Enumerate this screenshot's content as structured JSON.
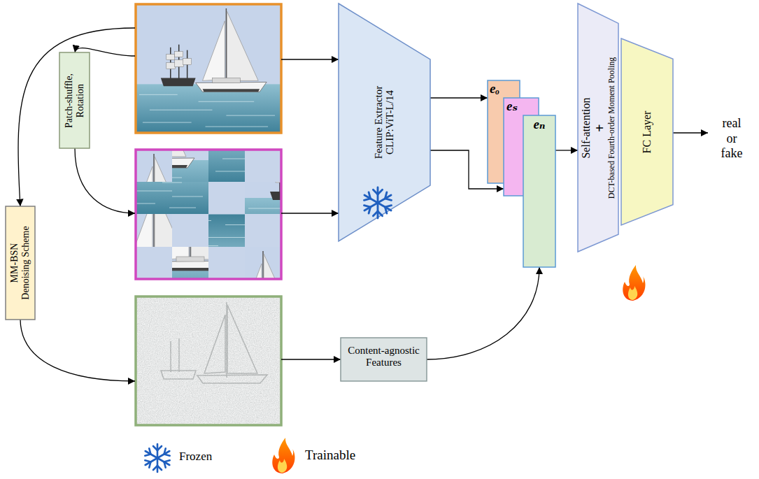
{
  "diagram": {
    "nodes": [
      {
        "text": [
          "Patch-shuffle, Rotation"
        ]
      },
      {
        "text": [
          "MM-BSN Denoising Scheme"
        ]
      },
      {
        "text": [
          "Feature Extractor",
          "CLIP:ViT-L/14"
        ]
      },
      {
        "text": [
          "eₒ"
        ]
      },
      {
        "text": [
          "eₛ"
        ]
      },
      {
        "text": [
          "eₙ"
        ]
      },
      {
        "text": [
          "Content-agnostic Features"
        ]
      },
      {
        "text": [
          "Self-attention",
          "+",
          "DCT-based Fourth-order Moment Pooling"
        ]
      },
      {
        "text": [
          "FC Layer"
        ]
      }
    ],
    "edges": [
      {
        "from": 2,
        "to": 3,
        "arrow": "to"
      },
      {
        "from": 2,
        "to": 4,
        "arrow": "to"
      },
      {
        "from": 6,
        "to": 5,
        "arrow": "to"
      },
      {
        "from": 5,
        "to": 7,
        "arrow": "to"
      }
    ],
    "labels": [
      "real or fake"
    ],
    "legend": [
      {
        "text": "Frozen"
      },
      {
        "text": "Trainable"
      }
    ]
  }
}
